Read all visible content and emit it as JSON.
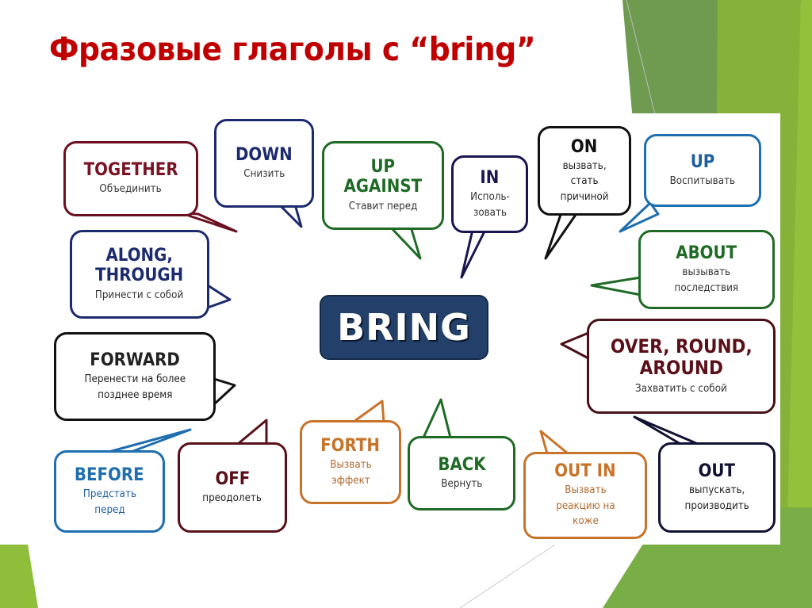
{
  "slide": {
    "title": "Фразовые глаголы с “bring”",
    "center_word": "BRING",
    "colors": {
      "title": "#c00000",
      "center_fill": "#23406a",
      "maroon": "#6b1020",
      "navy": "#1c2a6e",
      "green": "#1f6b25",
      "blue": "#1e6eb0",
      "black": "#111111",
      "orange": "#c8732a",
      "bg_green_dark": "#6f9b50",
      "bg_green_light": "#8bb835"
    }
  },
  "bubbles": [
    {
      "id": "together",
      "word": "TOGETHER",
      "meaning": "Объединить",
      "color": "#6b1020",
      "text_color": "#7a1424",
      "meaning_color": "#333333"
    },
    {
      "id": "down",
      "word": "DOWN",
      "meaning": "Снизить",
      "color": "#1c2a6e",
      "text_color": "#1c2a6e",
      "meaning_color": "#333333"
    },
    {
      "id": "up-against",
      "word": "UP\nAGAINST",
      "meaning": "Ставит перед",
      "color": "#1f6b25",
      "text_color": "#1f6b25",
      "meaning_color": "#333333"
    },
    {
      "id": "in",
      "word": "IN",
      "meaning": "Исполь-\nзовать",
      "color": "#1a1550",
      "text_color": "#1a1550",
      "meaning_color": "#333333"
    },
    {
      "id": "on",
      "word": "ON",
      "meaning": "вызвать,\nстать\nпричиной",
      "color": "#111111",
      "text_color": "#111111",
      "meaning_color": "#222222"
    },
    {
      "id": "up",
      "word": "UP",
      "meaning": "Воспитывать",
      "color": "#1e6eb0",
      "text_color": "#1e5fa0",
      "meaning_color": "#333333"
    },
    {
      "id": "along-through",
      "word": "ALONG,\nTHROUGH",
      "meaning": "Принести с собой",
      "color": "#1c2a6e",
      "text_color": "#1c2a6e",
      "meaning_color": "#333333"
    },
    {
      "id": "about",
      "word": "ABOUT",
      "meaning": "вызывать\nпоследствия",
      "color": "#1f6b25",
      "text_color": "#1f6b25",
      "meaning_color": "#333333"
    },
    {
      "id": "forward",
      "word": "FORWARD",
      "meaning": "Перенести на более\nпозднее время",
      "color": "#111111",
      "text_color": "#222222",
      "meaning_color": "#222222"
    },
    {
      "id": "over-round-around",
      "word": "OVER, ROUND,\nAROUND",
      "meaning": "Захватить с собой",
      "color": "#4a1018",
      "text_color": "#5a1018",
      "meaning_color": "#333333"
    },
    {
      "id": "before",
      "word": "BEFORE",
      "meaning": "Предстать\nперед",
      "color": "#1e6eb0",
      "text_color": "#1e6eb0",
      "meaning_color": "#1e5fa0"
    },
    {
      "id": "off",
      "word": "OFF",
      "meaning": "преодолеть",
      "color": "#5a1018",
      "text_color": "#5a1018",
      "meaning_color": "#222222"
    },
    {
      "id": "forth",
      "word": "FORTH",
      "meaning": "Вызвать\nэффект",
      "color": "#c8732a",
      "text_color": "#c8732a",
      "meaning_color": "#b06a30"
    },
    {
      "id": "back",
      "word": "BACK",
      "meaning": "Вернуть",
      "color": "#1f6b25",
      "text_color": "#1f6b25",
      "meaning_color": "#333333"
    },
    {
      "id": "out-in",
      "word": "OUT IN",
      "meaning": "Вызвать\nреакцию на\nкоже",
      "color": "#c8732a",
      "text_color": "#c8732a",
      "meaning_color": "#b06a30"
    },
    {
      "id": "out",
      "word": "OUT",
      "meaning": "выпускать,\nпроизводить",
      "color": "#111133",
      "text_color": "#111133",
      "meaning_color": "#222222"
    }
  ]
}
